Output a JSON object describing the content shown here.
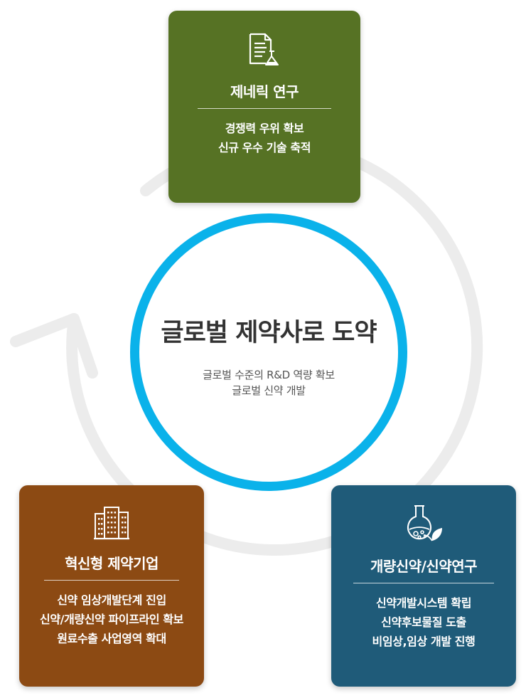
{
  "center": {
    "title": "글로벌 제약사로 도약",
    "lines": [
      "글로벌 수준의 R&D 역량 확보",
      "글로벌 신약 개발"
    ]
  },
  "cards": {
    "generic": {
      "icon": "document-flask-icon",
      "title": "제네릭 연구",
      "lines": [
        "경쟁력 우위 확보",
        "신규 우수 기술 축적"
      ],
      "color": "#567224"
    },
    "innovative": {
      "icon": "building-icon",
      "title": "혁신형 제약기업",
      "lines": [
        "신약 임상개발단계 진입",
        "신약/개량신약 파이프라인 확보",
        "원료수출 사업영역 확대"
      ],
      "color": "#8c4a13"
    },
    "improved": {
      "icon": "flask-leaf-icon",
      "title": "개량신약/신약연구",
      "lines": [
        "신약개발시스템 확립",
        "신약후보물질 도출",
        "비임상,임상 개발 진행"
      ],
      "color": "#1f5b79"
    }
  },
  "colors": {
    "ring": "#0ab2ea",
    "arc": "#ececec"
  }
}
